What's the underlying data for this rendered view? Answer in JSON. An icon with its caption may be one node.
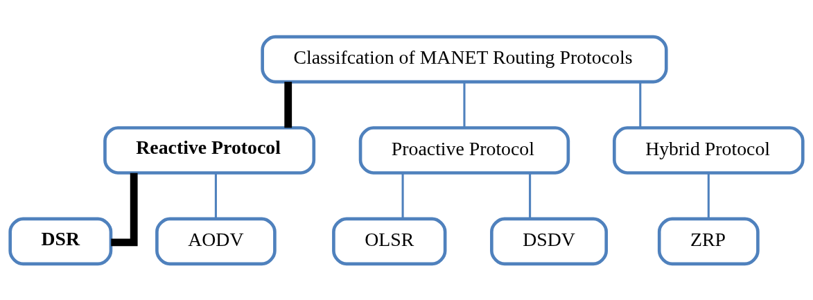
{
  "diagram": {
    "nodes": [
      {
        "text": [
          "Classifcation of MANET Routing Protocols"
        ]
      },
      {
        "text": [
          "Reactive Protocol"
        ]
      },
      {
        "text": [
          "Proactive Protocol"
        ]
      },
      {
        "text": [
          "Hybrid Protocol"
        ]
      },
      {
        "text": [
          "DSR"
        ]
      },
      {
        "text": [
          "AODV"
        ]
      },
      {
        "text": [
          "OLSR"
        ]
      },
      {
        "text": [
          "DSDV"
        ]
      },
      {
        "text": [
          "ZRP"
        ]
      }
    ],
    "edges": [
      {
        "from": 0,
        "to": 1,
        "arrow": "none",
        "style": "thick",
        "color": "#000000"
      },
      {
        "from": 0,
        "to": 2,
        "arrow": "none"
      },
      {
        "from": 0,
        "to": 3,
        "arrow": "none"
      },
      {
        "from": 1,
        "to": 4,
        "arrow": "none",
        "style": "thick",
        "color": "#000000"
      },
      {
        "from": 1,
        "to": 5,
        "arrow": "none"
      },
      {
        "from": 2,
        "to": 6,
        "arrow": "none"
      },
      {
        "from": 2,
        "to": 7,
        "arrow": "none"
      },
      {
        "from": 3,
        "to": 8,
        "arrow": "none"
      }
    ]
  }
}
